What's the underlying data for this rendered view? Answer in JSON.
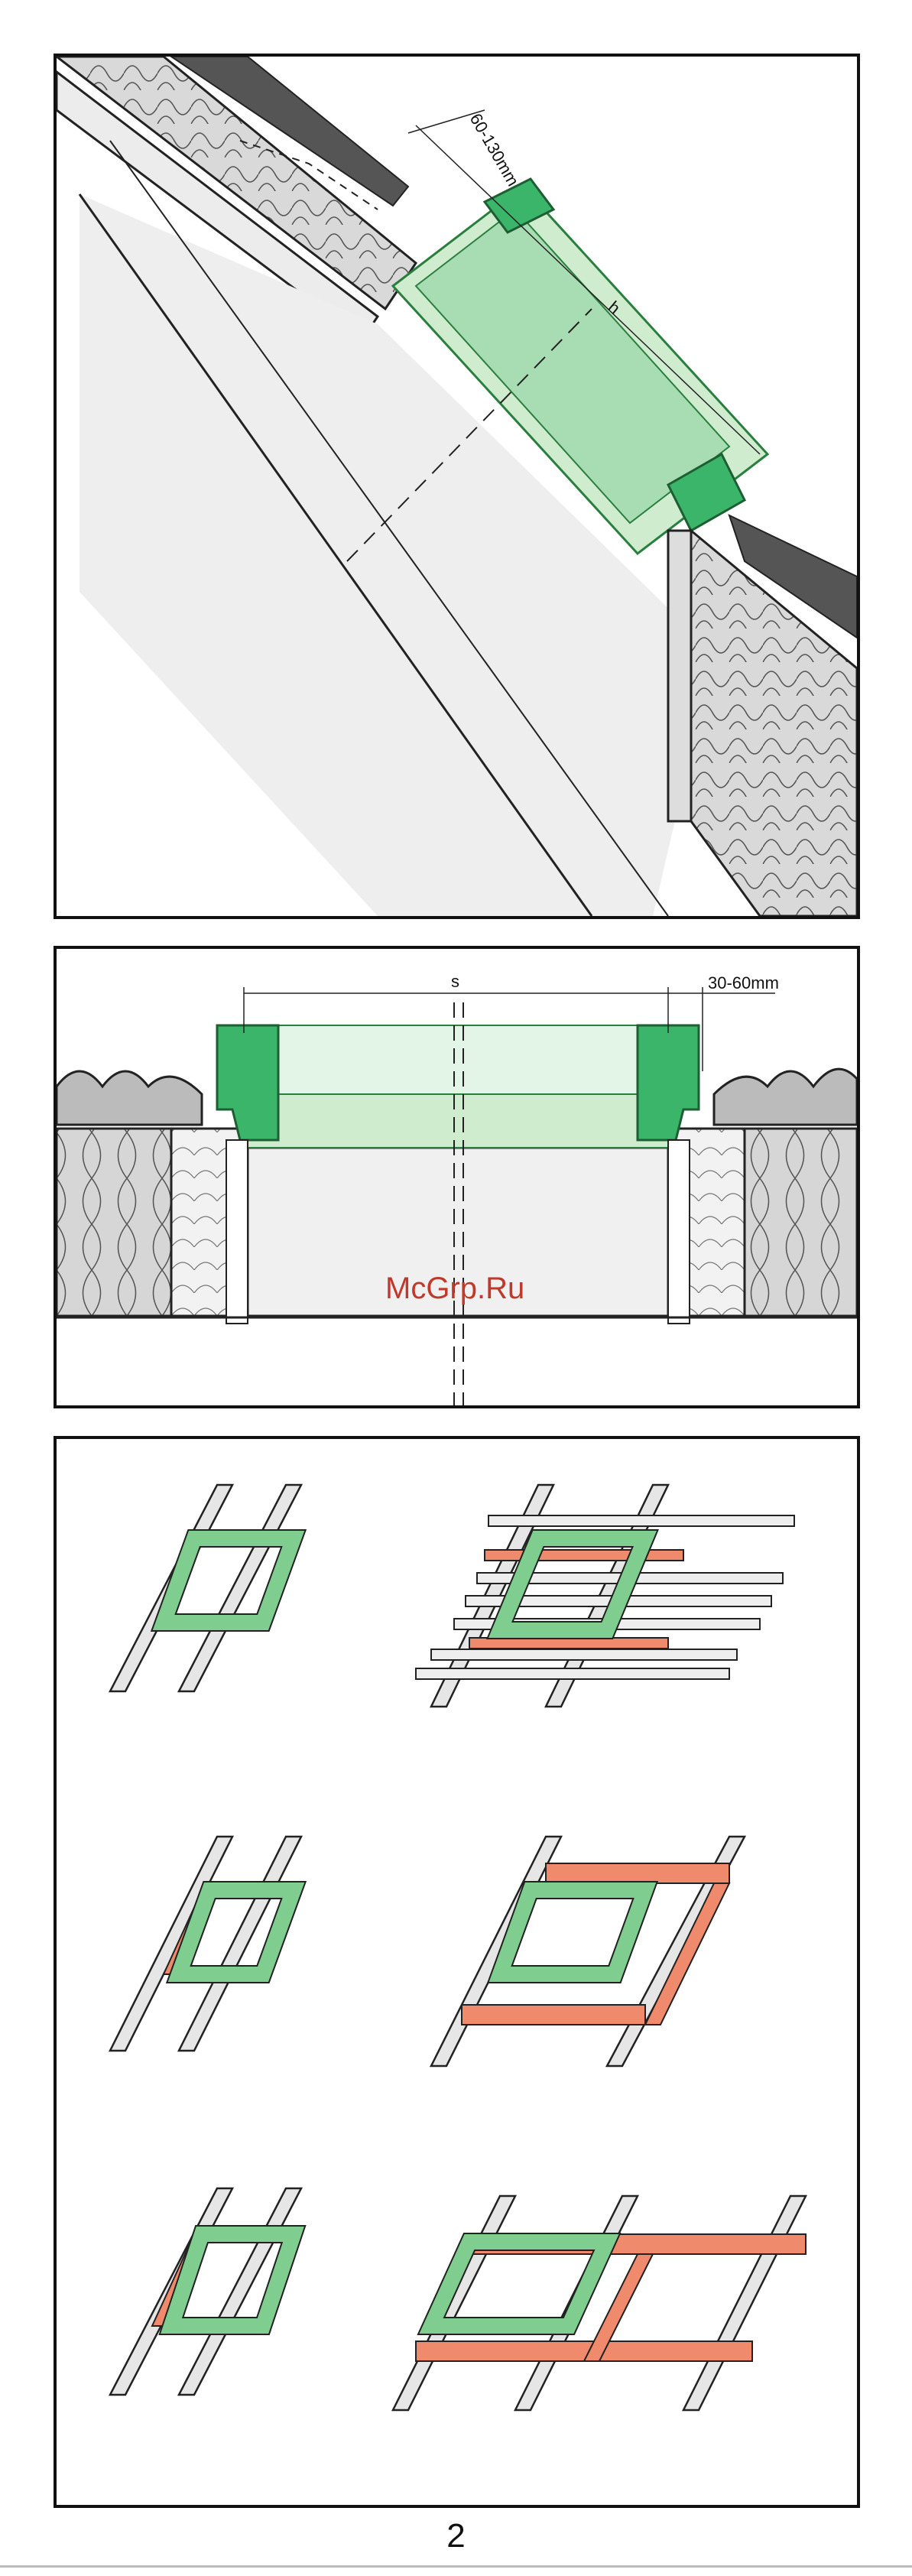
{
  "section_view": {
    "dimension_60_130": "60-130mm",
    "dimension_h": "h"
  },
  "elevation_view": {
    "dimension_s": "s",
    "dimension_30_60": "30-60mm",
    "watermark": "McGrp.Ru"
  },
  "framing_examples": {
    "count": 6,
    "colors": {
      "window_frame": "#7fce8f",
      "trimmer": "#f08a6c",
      "rafter": "#e6e6e6",
      "outline": "#222222"
    }
  },
  "page": {
    "number": "2"
  }
}
